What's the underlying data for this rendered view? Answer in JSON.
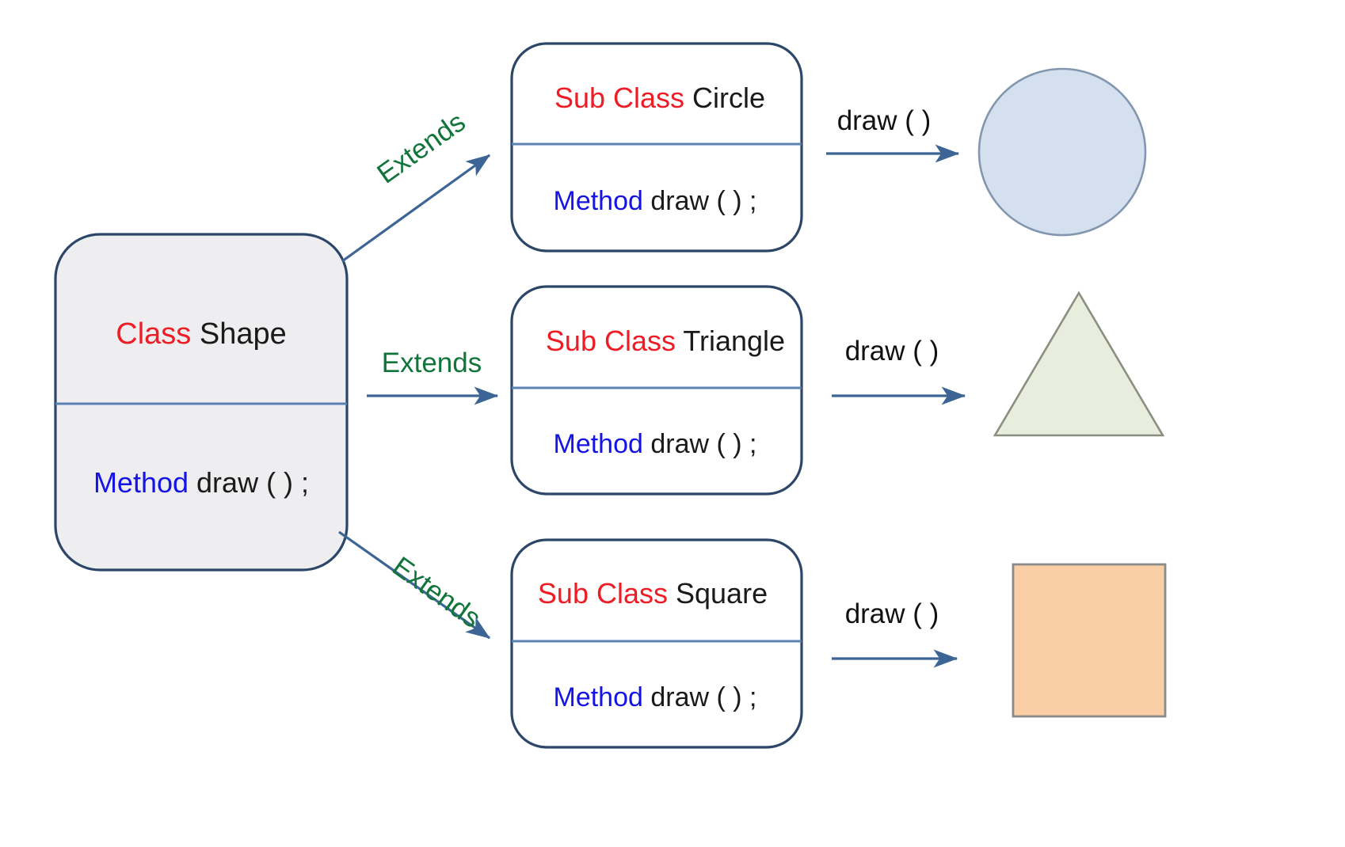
{
  "diagram": {
    "title": "Class Shape inheritance diagram",
    "background_color": "#ffffff",
    "colors": {
      "keyword_class": "#ee1c25",
      "keyword_method": "#1414e6",
      "plain_text": "#1a1a1a",
      "extends_label": "#11753a",
      "box_border": "#2c4668",
      "divider": "#5b81b4",
      "connector": "#3c6595",
      "parent_fill": "#eeeef0",
      "subclass_fill": "#ffffff",
      "circle_fill": "#d5e0ef",
      "circle_stroke": "#8297af",
      "triangle_fill": "#e9edde",
      "triangle_stroke": "#8a8f80",
      "square_fill": "#fbcfa6",
      "square_stroke": "#8b8b8b"
    }
  },
  "parent_class": {
    "keyword": "Class",
    "name": "Shape",
    "method_keyword": "Method",
    "method_signature": "draw ( ) ;"
  },
  "relations": [
    {
      "label": "Extends"
    },
    {
      "label": "Extends"
    },
    {
      "label": "Extends"
    }
  ],
  "subclasses": [
    {
      "keyword": "Sub Class",
      "name": "Circle",
      "method_keyword": "Method",
      "method_signature": "draw ( ) ;",
      "call_label": "draw ( )",
      "shape": "circle"
    },
    {
      "keyword": "Sub Class",
      "name": "Triangle",
      "method_keyword": "Method",
      "method_signature": "draw ( ) ;",
      "call_label": "draw ( )",
      "shape": "triangle"
    },
    {
      "keyword": "Sub Class",
      "name": "Square",
      "method_keyword": "Method",
      "method_signature": "draw ( ) ;",
      "call_label": "draw ( )",
      "shape": "square"
    }
  ]
}
